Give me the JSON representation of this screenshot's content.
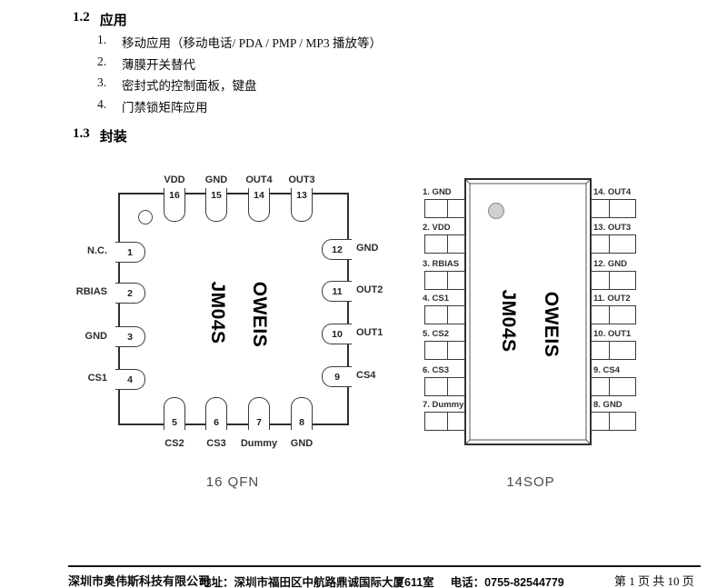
{
  "sections": {
    "s12": {
      "num": "1.2",
      "title": "应用"
    },
    "applications": [
      {
        "num": "1.",
        "text": "移动应用（移动电话/ PDA / PMP / MP3 播放等）"
      },
      {
        "num": "2.",
        "text": "薄膜开关替代"
      },
      {
        "num": "3.",
        "text": "密封式的控制面板，键盘"
      },
      {
        "num": "4.",
        "text": "门禁锁矩阵应用"
      }
    ],
    "s13": {
      "num": "1.3",
      "title": "封装"
    }
  },
  "qfn": {
    "caption": "16 QFN",
    "chip_text_left": "JM04S",
    "chip_text_right": "OWEIS",
    "top_pins": [
      {
        "num": "16",
        "label": "VDD"
      },
      {
        "num": "15",
        "label": "GND"
      },
      {
        "num": "14",
        "label": "OUT4"
      },
      {
        "num": "13",
        "label": "OUT3"
      }
    ],
    "left_pins": [
      {
        "num": "1",
        "label": "N.C."
      },
      {
        "num": "2",
        "label": "RBIAS"
      },
      {
        "num": "3",
        "label": "GND"
      },
      {
        "num": "4",
        "label": "CS1"
      }
    ],
    "right_pins": [
      {
        "num": "12",
        "label": "GND"
      },
      {
        "num": "11",
        "label": "OUT2"
      },
      {
        "num": "10",
        "label": "OUT1"
      },
      {
        "num": "9",
        "label": "CS4"
      }
    ],
    "bottom_pins": [
      {
        "num": "5",
        "label": "CS2"
      },
      {
        "num": "6",
        "label": "CS3"
      },
      {
        "num": "7",
        "label": "Dummy"
      },
      {
        "num": "8",
        "label": "GND"
      }
    ]
  },
  "sop": {
    "caption": "14SOP",
    "chip_text_left": "JM04S",
    "chip_text_right": "OWEIS",
    "left_pins": [
      "1. GND",
      "2. VDD",
      "3. RBIAS",
      "4. CS1",
      "5. CS2",
      "6. CS3",
      "7. Dummy"
    ],
    "right_pins": [
      "14. OUT4",
      "13. OUT3",
      "12. GND",
      "11. OUT2",
      "10. OUT1",
      "9. CS4",
      "8. GND"
    ]
  },
  "footer": {
    "company": "深圳市奥伟斯科技有限公司",
    "address": "地址：深圳市福田区中航路鼎诚国际大厦611室",
    "phone": "电话：0755-82544779",
    "page": "第 1 页  共 10 页"
  },
  "colors": {
    "ink": "#111111",
    "line": "#3a3a3a",
    "caption_gray": "#4a4a52"
  }
}
